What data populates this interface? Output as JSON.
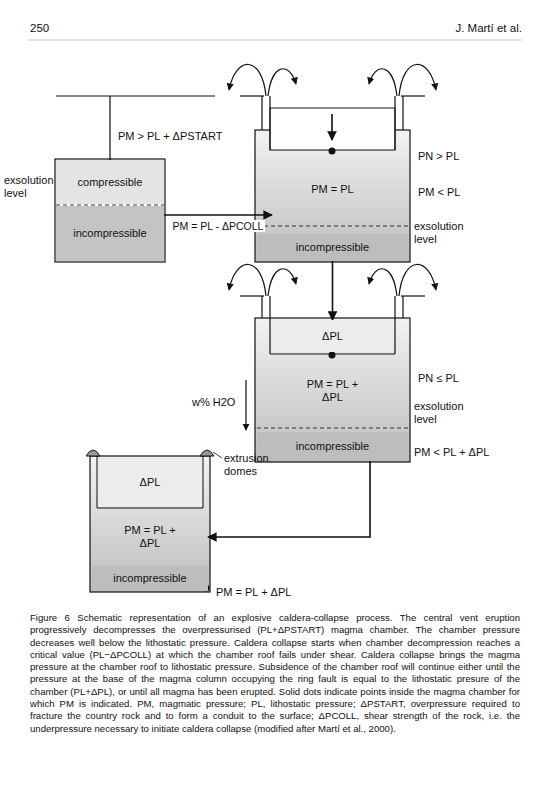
{
  "diagram": {
    "caption": "Figure 6 Schematic representation of an explosive caldera-collapse process. The central vent eruption progressively decompresses the overpressurised (PL+ΔPSTART) magma chamber. The chamber pressure decreases well below the lithostatic pressure. Caldera collapse starts when chamber decompression reaches a critical value (PL−ΔPCOLL) at which the chamber roof fails under shear. Caldera collapse brings the magma pressure at the chamber roof to lithostatic pressure. Subsidence of the chamber roof will continue either until the pressure at the base of the magma column occupying the ring fault is equal to the lithostatic presure of the chamber (PL+ΔPL), or until all magma has been erupted. Solid dots indicate points inside the magma chamber for which PM is indicated. PM, magmatic pressure; PL, lithostatic pressure; ΔPSTART, overpressure required to fracture the country rock and to form a conduit to the surface; ΔPCOLL, shear strength of the rock, i.e. the underpressure necessary to initiate caldera collapse (modified after Martí et al., 2000).",
    "nodes": [
      {
        "text": [
          "compressible"
        ]
      },
      {
        "text": [
          "incompressible"
        ]
      },
      {
        "text": [
          "PM = PL"
        ]
      },
      {
        "text": [
          "incompressible"
        ]
      },
      {
        "text": [
          "ΔPL"
        ]
      },
      {
        "text": [
          "PM = PL + ΔPL"
        ]
      },
      {
        "text": [
          "incompressible"
        ]
      },
      {
        "text": [
          "ΔPL"
        ]
      },
      {
        "text": [
          "PM = PL + ΔPL"
        ]
      },
      {
        "text": [
          "incompressible"
        ]
      }
    ],
    "edges": [
      {
        "from": 1,
        "to": 2,
        "arrow": "to",
        "label": "PM = PL - ΔPCOLL"
      },
      {
        "from": 3,
        "to": 4,
        "arrow": "to"
      },
      {
        "from": 6,
        "to": 8,
        "arrow": "to"
      }
    ],
    "labels": [
      "250",
      "J. Martí et al.",
      "exsolution level",
      "PM > PL + ΔPSTART",
      "PN > PL",
      "PM < PL",
      "exsolution level",
      "PN ≤ PL",
      "exsolution level",
      "PM < PL + ΔPL",
      "w% H2O",
      "extrusion domes",
      "PM = PL + ΔPL"
    ]
  }
}
